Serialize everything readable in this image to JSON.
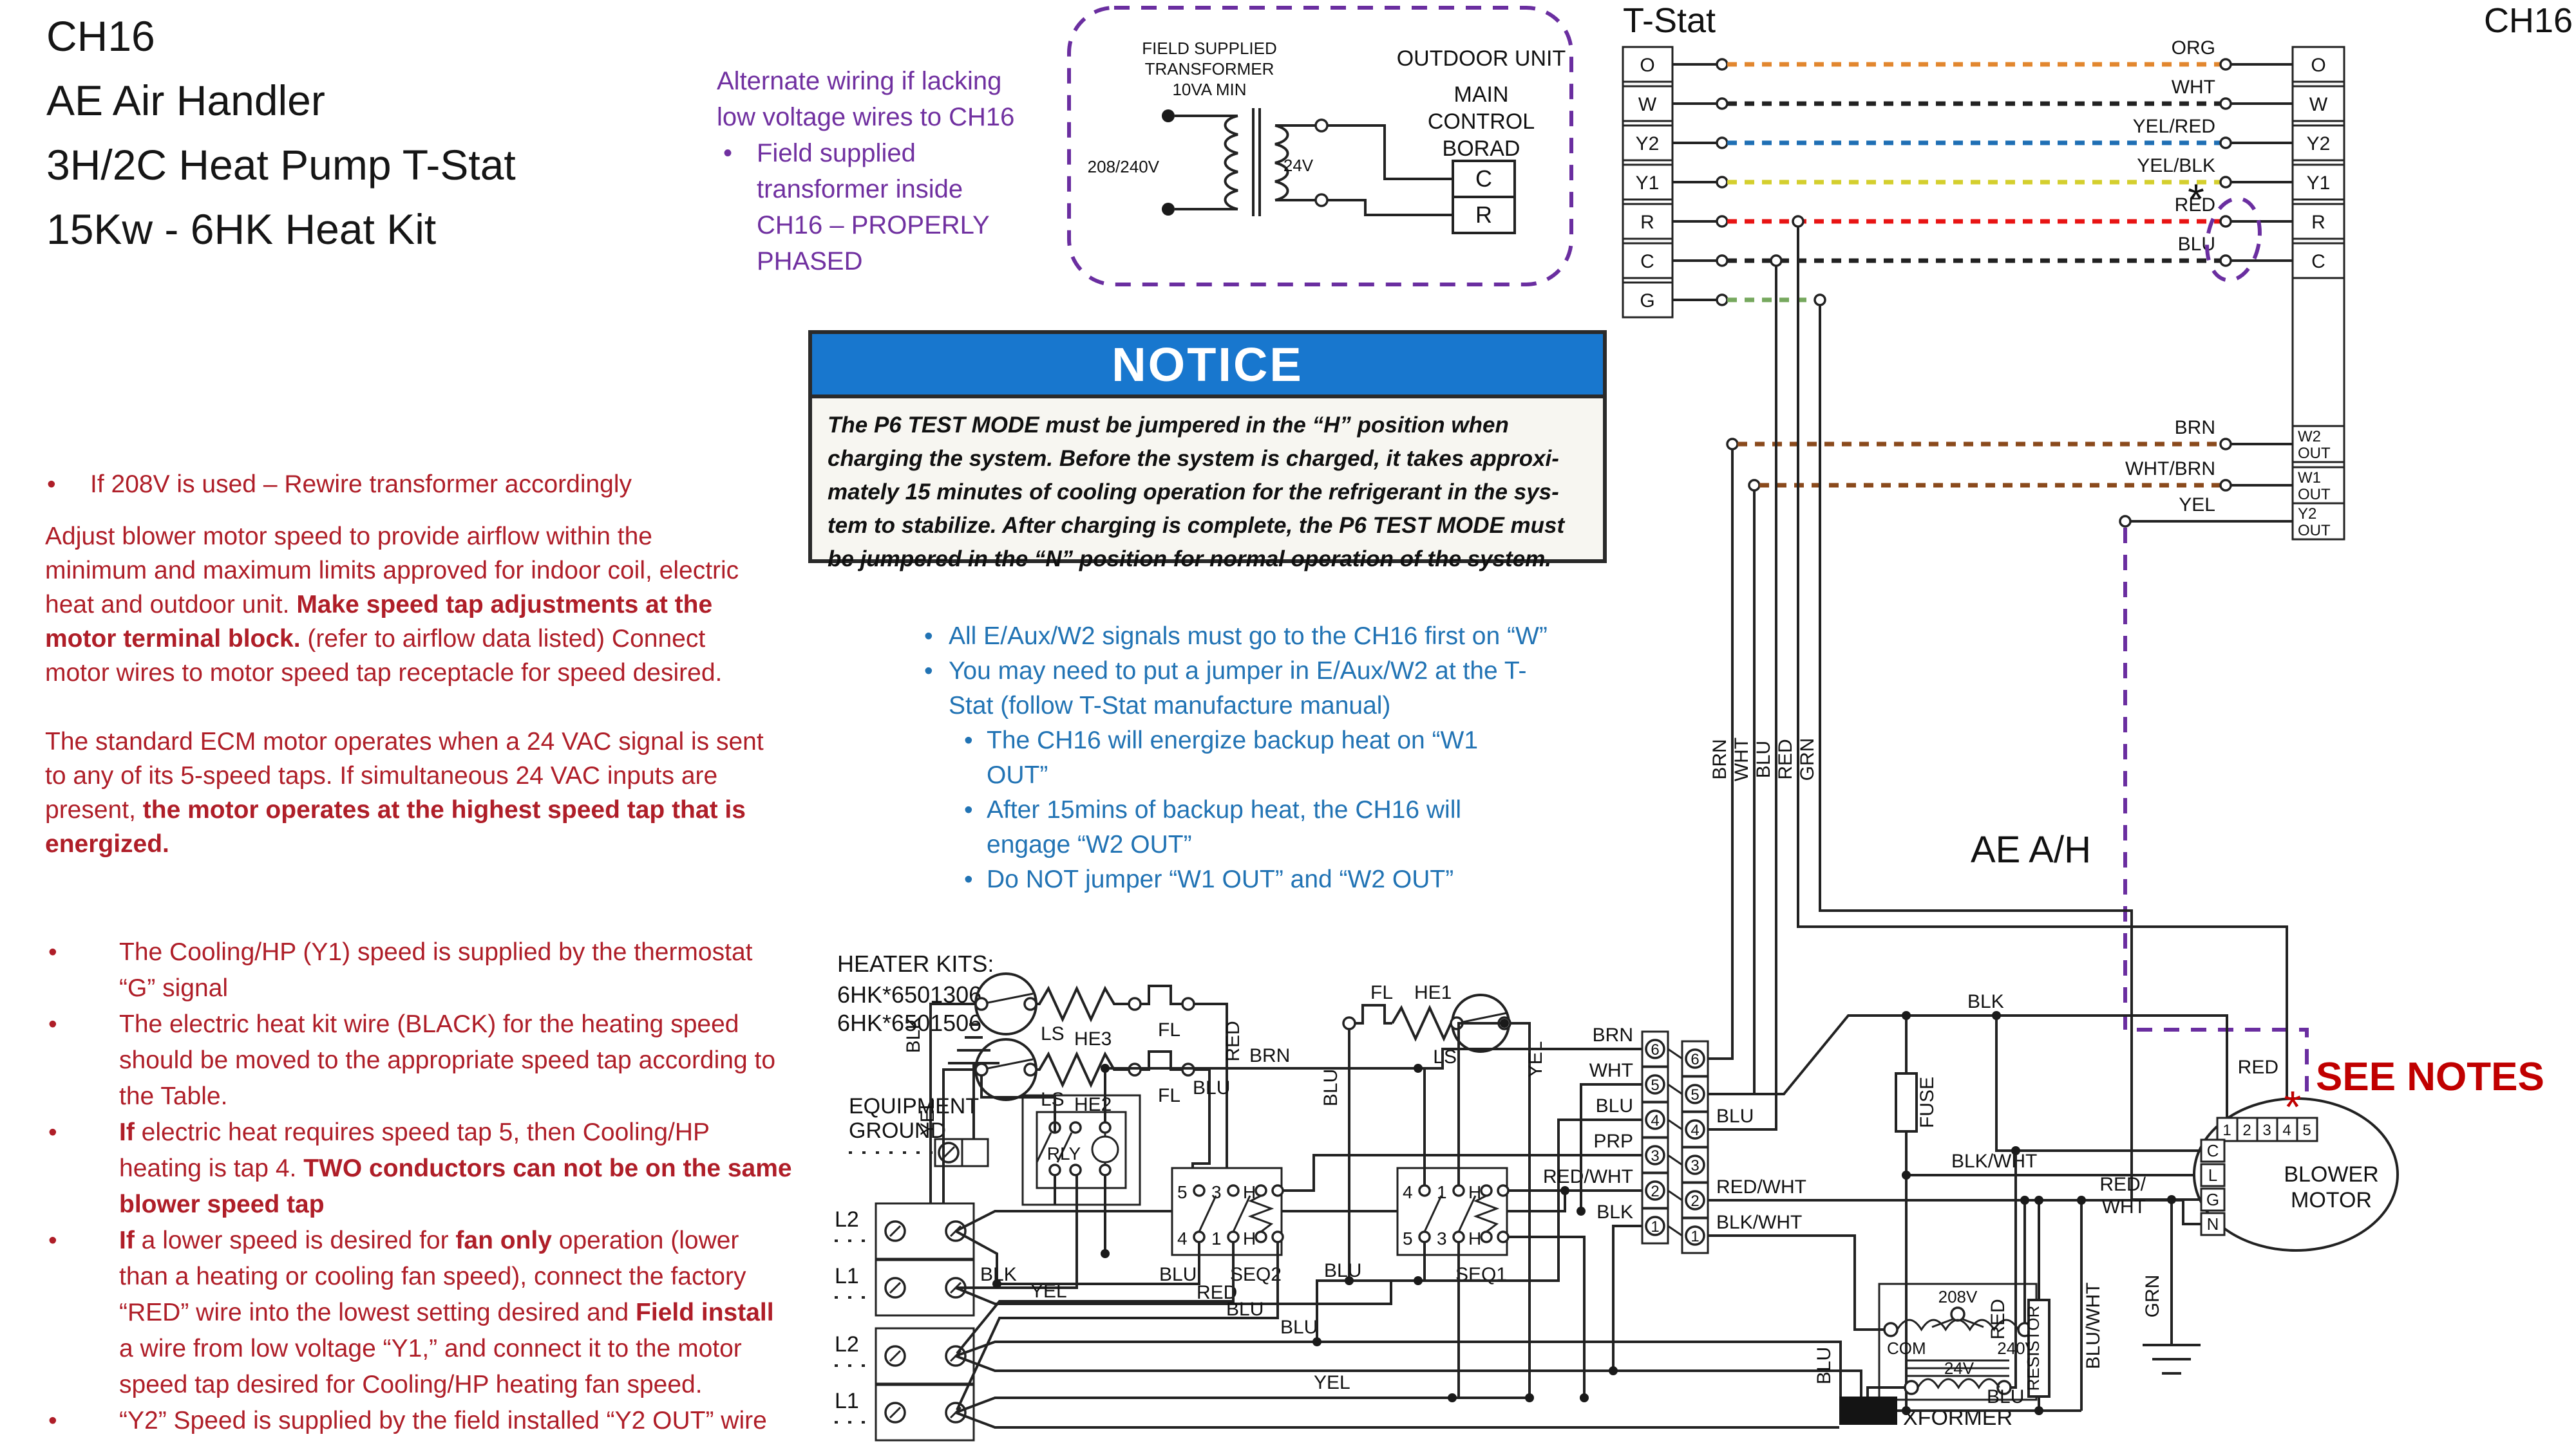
{
  "bul": "•",
  "title": [
    "CH16",
    "AE Air Handler",
    "3H/2C Heat Pump T-Stat",
    "15Kw - 6HK Heat Kit"
  ],
  "purple_note": {
    "l1": "Alternate wiring if lacking",
    "l2": "low voltage wires to CH16",
    "b1": "Field supplied",
    "b2": "transformer inside",
    "b3": "CH16 – PROPERLY",
    "b4": "PHASED"
  },
  "outdoor": {
    "t1": "FIELD SUPPLIED",
    "t2": "TRANSFORMER",
    "t3": "10VA MIN",
    "u1": "OUTDOOR UNIT",
    "u2": "MAIN",
    "u3": "CONTROL",
    "u4": "BORAD",
    "prim": "208/240V",
    "sec": "24V",
    "c": "C",
    "r": "R"
  },
  "notice": {
    "title": "NOTICE",
    "l1": "The P6 TEST MODE must be jumpered in the “H” position when",
    "l2": "charging the system. Before the system is charged, it takes approxi-",
    "l3": "mately 15 minutes of cooling operation for the refrigerant in the sys-",
    "l4": "tem to stabilize. After charging is complete, the P6 TEST MODE must",
    "l5": "be jumpered in the “N” position for normal operation of the system."
  },
  "red1": {
    "b1": "If 208V is used – Rewire transformer accordingly",
    "p1l1": "Adjust blower motor speed to provide airflow within the",
    "p1l2": "minimum and maximum limits approved for indoor coil, electric",
    "p1l3a": "heat and outdoor unit. ",
    "p1l3b": "Make speed tap adjustments at the",
    "p1l4a": "motor terminal block.",
    "p1l4b": " (refer to airflow data listed) Connect",
    "p1l5": "motor wires to motor speed tap receptacle for speed desired.",
    "p2l1": "The standard ECM motor operates when a 24 VAC signal is sent",
    "p2l2": "to any of its 5-speed taps. If simultaneous 24 VAC inputs are",
    "p2l3a": "present, ",
    "p2l3b": "the motor operates at the highest speed tap that is",
    "p2l4": "energized."
  },
  "red2": {
    "i1l1": "The Cooling/HP (Y1) speed is supplied by the thermostat",
    "i1l2": "“G” signal",
    "i2l1": "The electric heat kit wire (BLACK) for the heating speed",
    "i2l2": "should be moved to the appropriate speed tap according to",
    "i2l3": "the Table.",
    "i3l1a": "If",
    "i3l1b": " electric heat requires speed tap 5, then Cooling/HP",
    "i3l2a": "heating is tap 4. ",
    "i3l2b": "TWO conductors can not be on the same",
    "i3l3": "blower speed tap",
    "i4l1a": "If",
    "i4l1b": " a lower speed is desired for ",
    "i4l1c": "fan only",
    "i4l1d": " operation (lower",
    "i4l2": "than a heating or cooling fan speed), connect the factory",
    "i4l3a": "“RED” wire into the lowest setting desired and ",
    "i4l3b": "Field install",
    "i4l4": "a wire from low voltage “Y1,” and connect it to the motor",
    "i4l5": "speed tap desired for Cooling/HP heating fan speed.",
    "i5l1": "“Y2” Speed is supplied by the field installed “Y2 OUT” wire"
  },
  "blue": {
    "b1": "All E/Aux/W2 signals must go to the CH16 first on “W”",
    "b2l1": "You may need to put a jumper in E/Aux/W2 at the T-",
    "b2l2": "Stat (follow T-Stat manufacture manual)",
    "s1l1": "The CH16 will energize backup heat on “W1",
    "s1l2": "OUT”",
    "s2l1": "After 15mins of backup heat, the CH16 will",
    "s2l2": "engage “W2 OUT”",
    "s3": "Do NOT jumper “W1 OUT” and “W2 OUT”"
  },
  "tstat": {
    "title": "T-Stat",
    "t": [
      "O",
      "W",
      "Y2",
      "Y1",
      "R",
      "C",
      "G"
    ]
  },
  "ch16": {
    "title": "CH16",
    "t": [
      "O",
      "W",
      "Y2",
      "Y1",
      "R",
      "C"
    ],
    "o1a": "W2",
    "o1b": "OUT",
    "o2a": "W1",
    "o2b": "OUT",
    "o3a": "Y2",
    "o3b": "OUT"
  },
  "wire": {
    "org": "ORG",
    "wht": "WHT",
    "yelred": "YEL/RED",
    "yelblk": "YEL/BLK",
    "red": "RED",
    "blu": "BLU",
    "brn": "BRN",
    "whtbrn": "WHT/BRN",
    "yel": "YEL"
  },
  "d": {
    "hk1": "HEATER KITS:",
    "hk2": "6HK*6501306",
    "hk3": "6HK*6501506",
    "eq1": "EQUIPMENT",
    "eq2": "GROUND",
    "l1": "L1",
    "l2": "L2",
    "blk": "BLK",
    "yel": "YEL",
    "blu": "BLU",
    "red": "RED",
    "brn": "BRN",
    "wht": "WHT",
    "grn": "GRN",
    "prp": "PRP",
    "redwht": "RED/WHT",
    "blkwht": "BLK/WHT",
    "bluwht": "BLU/WHT",
    "redsl": "RED/",
    "whtb": "WHT",
    "ls": "LS",
    "fl": "FL",
    "he1": "HE1",
    "he2": "HE2",
    "he3": "HE3",
    "rly": "RLY",
    "seq1": "SEQ1",
    "seq2": "SEQ2",
    "fuse": "FUSE",
    "resistor": "RESISTOR",
    "xformer": "XFORMER",
    "com": "COM",
    "v208": "208V",
    "v240": "240V",
    "v24": "24V",
    "n1": "1",
    "n2": "2",
    "n3": "3",
    "n4": "4",
    "n5": "5",
    "n6": "6",
    "h": "H",
    "mc": "C",
    "ml": "L",
    "mg": "G",
    "mn": "N",
    "bm1": "BLOWER",
    "bm2": "MOTOR",
    "see": "SEE NOTES",
    "ast": "*",
    "aeah": "AE A/H"
  }
}
